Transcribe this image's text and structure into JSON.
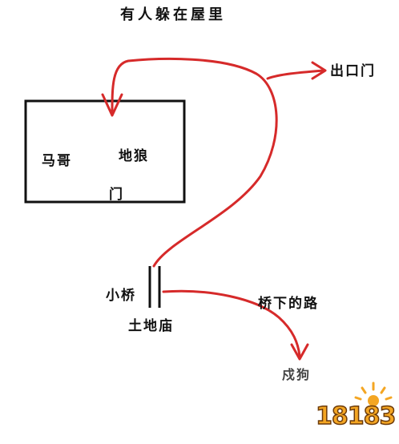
{
  "title": "有人躲在屋里",
  "labels": {
    "exit": "出口门",
    "mage": "马哥",
    "wolf": "地狼",
    "door": "门",
    "bridge": "小桥",
    "temple": "土地庙",
    "road": "桥下的路",
    "dog": "戍狗"
  },
  "watermark": "18183",
  "colors": {
    "path": "#d62a2a",
    "ink": "#111111",
    "logo": "#f4a623"
  }
}
